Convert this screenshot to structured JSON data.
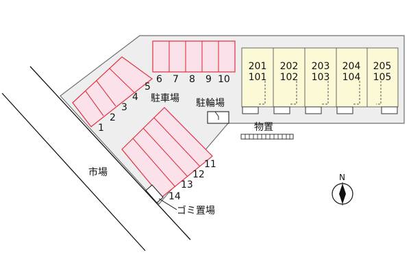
{
  "colors": {
    "lot": "#eeeeee",
    "lot_stroke": "#6f6f6f",
    "space_fill": "#fbe1ea",
    "space_stroke": "#e0303f",
    "building_fill": "#fbf9d6",
    "building_stroke": "#666666",
    "door_dash": "#555555"
  },
  "labels": {
    "road": "市場",
    "parking": "駐車場",
    "bicycle_parking": "駐輪場",
    "storage": "物置",
    "garbage": "ゴミ置場",
    "north": "N"
  },
  "parking_numbers": [
    "1",
    "2",
    "3",
    "4",
    "5",
    "6",
    "7",
    "8",
    "9",
    "10",
    "11",
    "12",
    "13",
    "14"
  ],
  "building_units": [
    {
      "upper": "201",
      "lower": "101"
    },
    {
      "upper": "202",
      "lower": "102"
    },
    {
      "upper": "203",
      "lower": "103"
    },
    {
      "upper": "204",
      "lower": "104"
    },
    {
      "upper": "205",
      "lower": "105"
    }
  ],
  "icons": [
    "compass-north-icon",
    "bicycle-parking-icon",
    "garbage-area-icon"
  ]
}
